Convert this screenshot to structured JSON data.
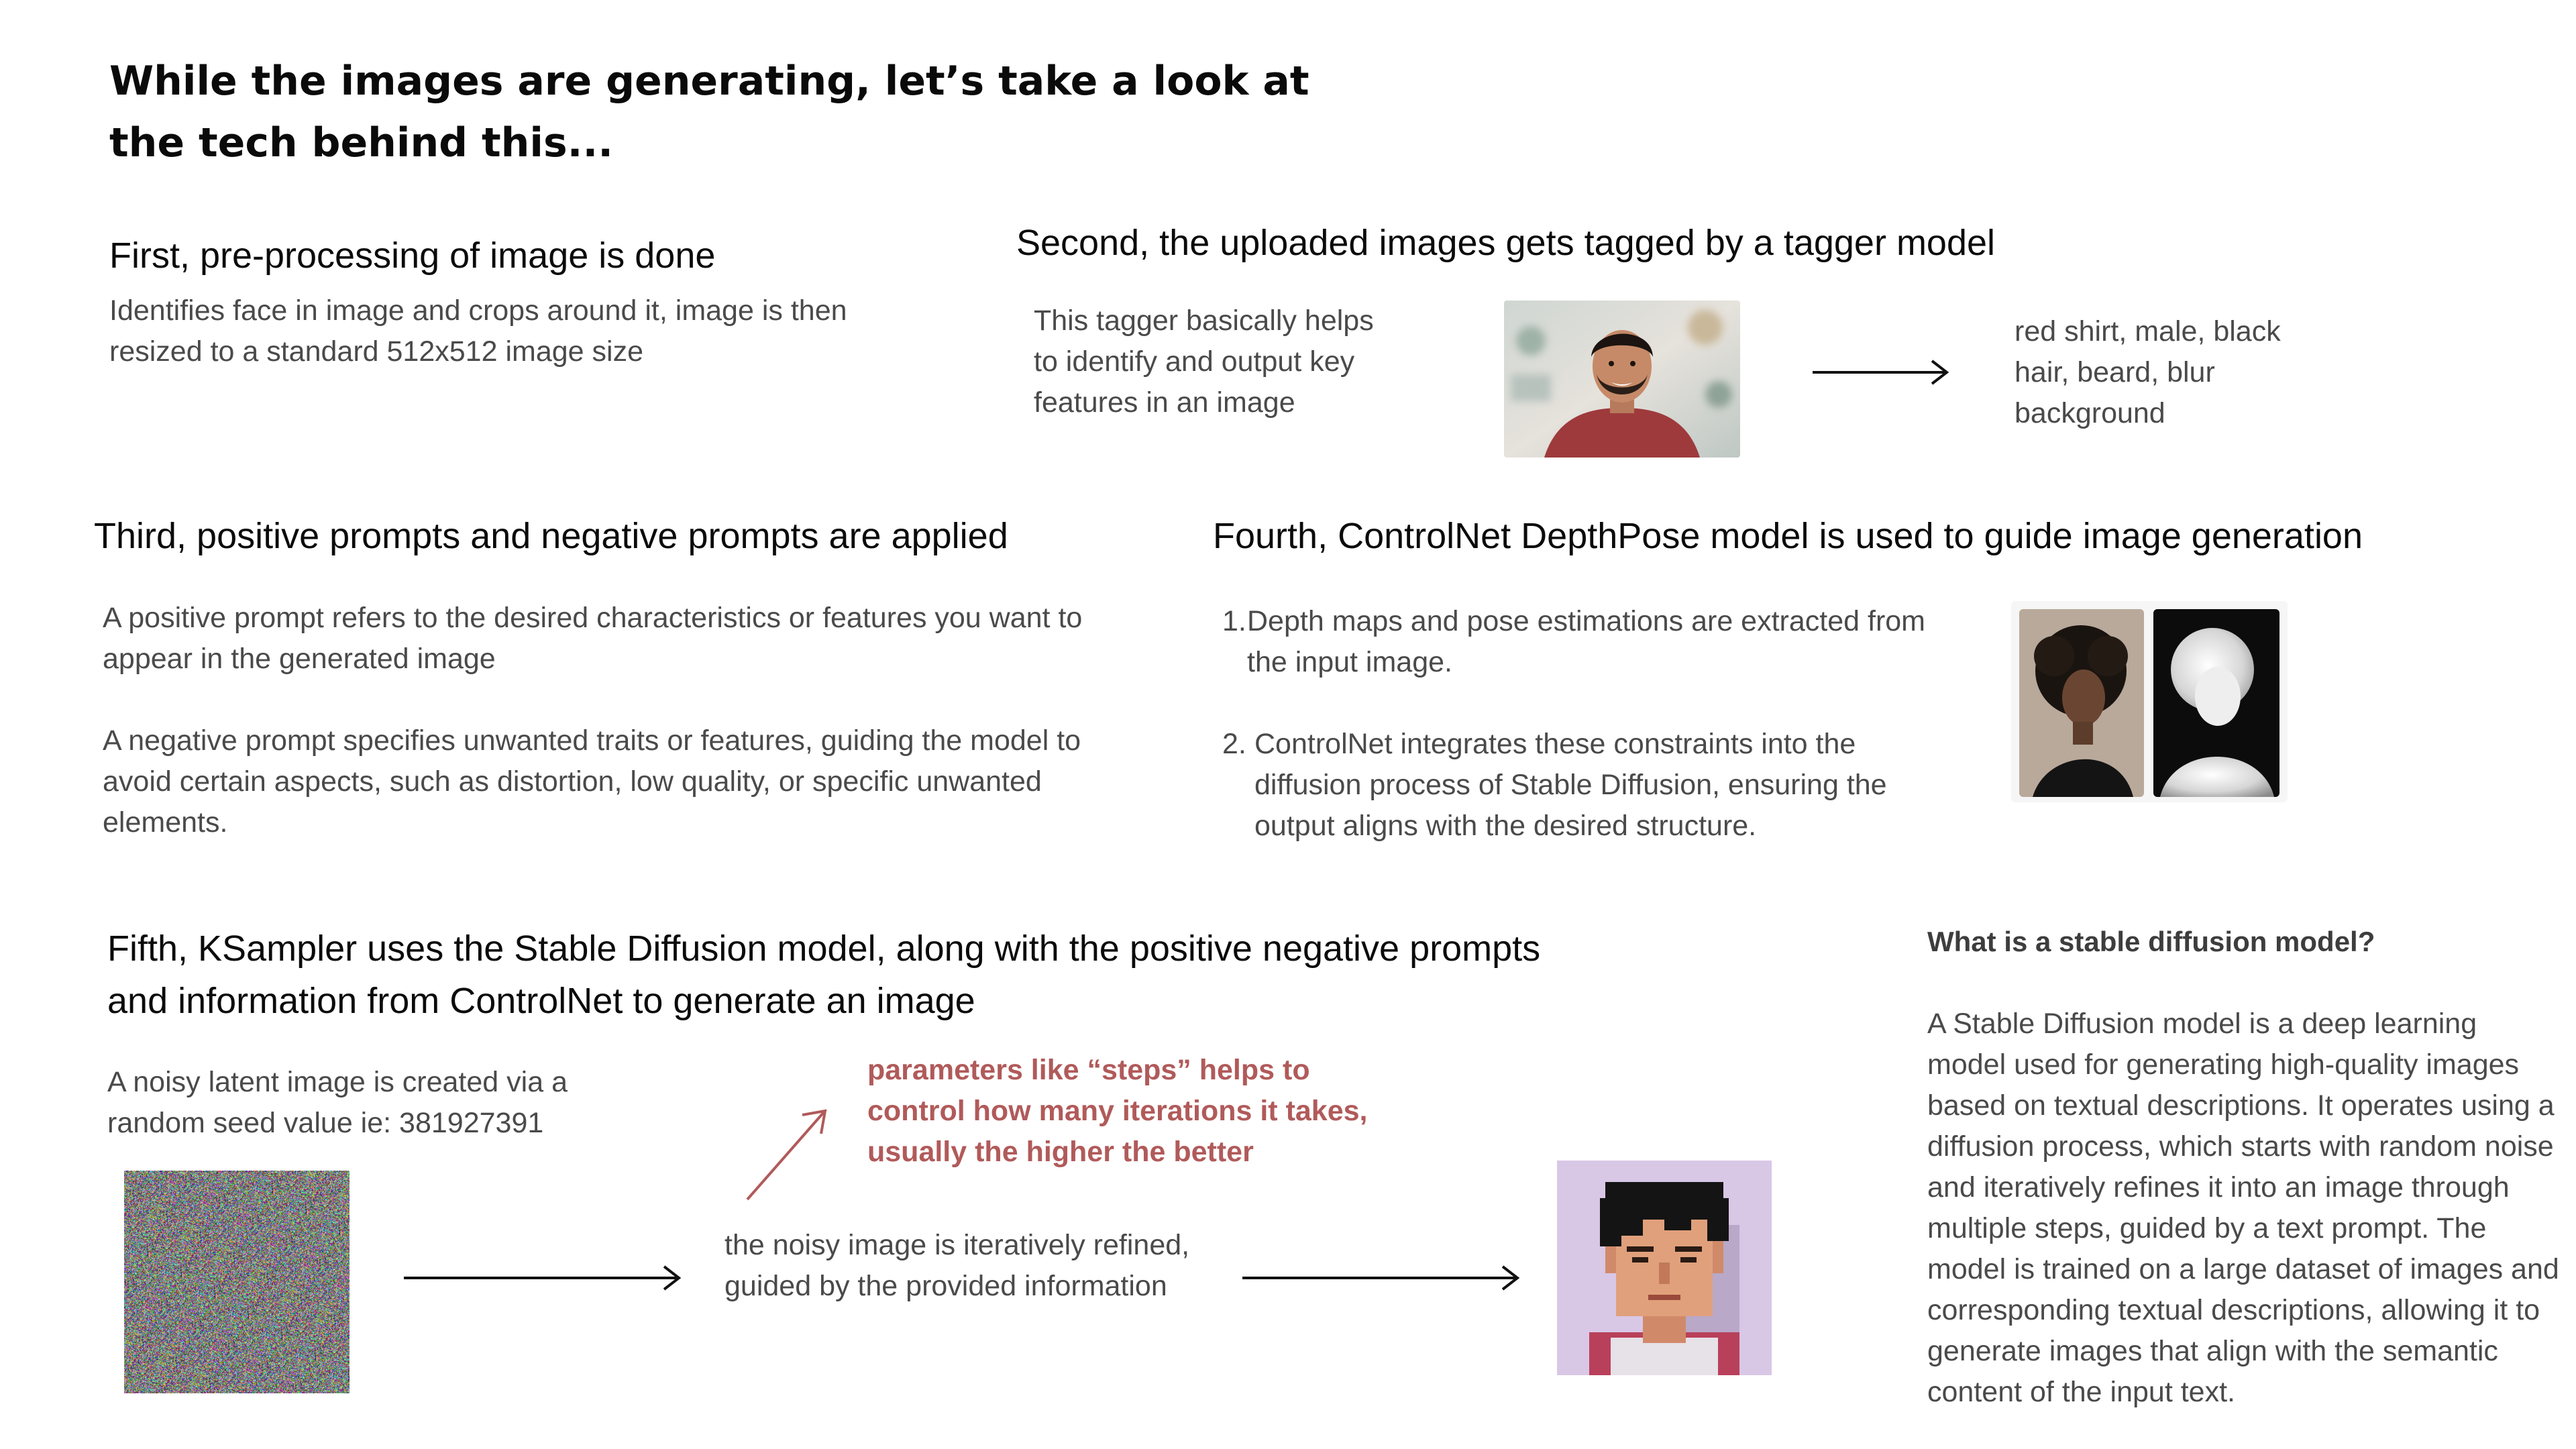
{
  "title": "While the images are generating, let’s take a look at the tech behind this...",
  "step1": {
    "heading": "First, pre-processing of image is done",
    "body": "Identifies face in image and crops around it, image is then resized to a standard 512x512 image size"
  },
  "step2": {
    "heading": "Second, the uploaded images gets tagged by a tagger model",
    "body": "This tagger basically helps to identify and output key features in an image",
    "tags": "red shirt, male, black hair, beard, blur background"
  },
  "step3": {
    "heading": "Third, positive prompts and negative prompts are applied",
    "positive": "A positive prompt refers to the desired characteristics or features you want to appear in the generated image",
    "negative": "A negative prompt specifies unwanted traits or features, guiding the model to avoid certain aspects, such as distortion, low quality, or specific unwanted elements."
  },
  "step4": {
    "heading": "Fourth, ControlNet DepthPose model is used to guide image generation",
    "items": [
      {
        "num": "1.",
        "text": "Depth maps and pose estimations are extracted from the input image."
      },
      {
        "num": "2.",
        "text": "ControlNet integrates these constraints into the diffusion process of Stable Diffusion, ensuring the output aligns with the desired structure."
      }
    ]
  },
  "step5": {
    "heading": "Fifth, KSampler uses the Stable Diffusion model, along with the positive negative prompts and information from ControlNet to generate an image",
    "noise_text": "A noisy latent image is created via a random seed value ie: 381927391",
    "refine_text": "the noisy image is iteratively refined, guided by the provided information",
    "annotation": "parameters like “steps” helps to control how many iterations it takes, usually the higher the better"
  },
  "sidebar": {
    "question": "What is a stable diffusion model?",
    "answer": "A Stable Diffusion model is a deep learning model used for generating high-quality images based on textual descriptions. It operates using a diffusion process, which starts with random noise and iteratively refines it into an image through multiple steps, guided by a text prompt. The model is trained on a large dataset of images and corresponding textual descriptions, allowing it to generate images that align with the semantic content of the input text."
  },
  "colors": {
    "annotation": "#b15a5a",
    "body_text": "#4a4a4a",
    "heading_text": "#0b0b0b",
    "shirt": "#9e3a3c",
    "pixel_bg": "#d9c7e6"
  },
  "icons": [
    "right-arrow-icon",
    "up-right-arrow-icon"
  ]
}
